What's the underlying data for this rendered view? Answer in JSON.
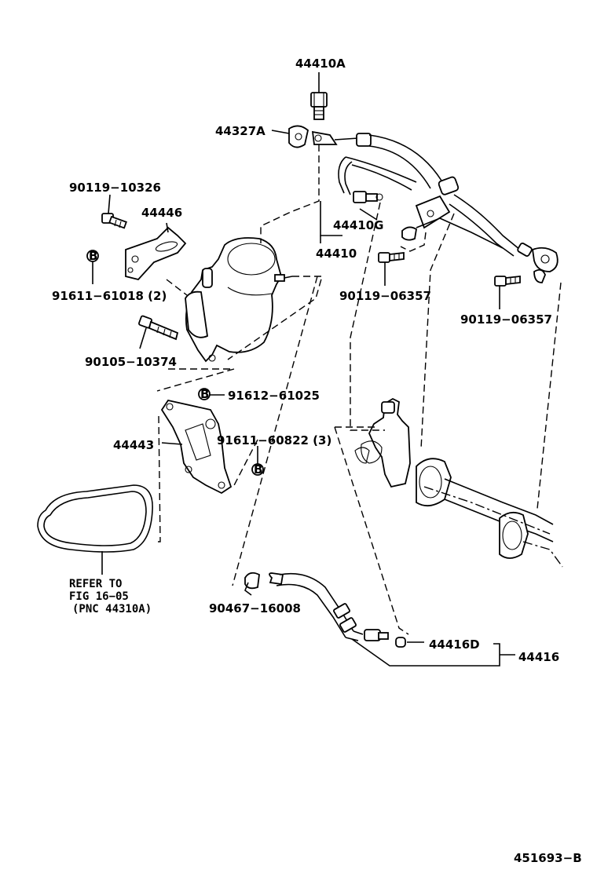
{
  "labels": {
    "p44410A": "44410A",
    "p44327A": "44327A",
    "p90119_10326": "90119−10326",
    "p44446": "44446",
    "p91611_61018": "91611−61018 (2)",
    "p90105_10374": "90105−10374",
    "p91612_61025": "91612−61025",
    "p44443": "44443",
    "p91611_60822": "91611−60822 (3)",
    "p44410G": "44410G",
    "p44410": "44410",
    "p90119_06357_a": "90119−06357",
    "p90119_06357_b": "90119−06357",
    "p90467_16008": "90467−16008",
    "p44416D": "44416D",
    "p44416": "44416",
    "refer_line1": "REFER TO",
    "refer_line2": "FIG 16−05",
    "refer_line3": "(PNC 44310A)",
    "b_marker_1": "B",
    "b_marker_2": "B",
    "b_marker_3": "B",
    "figure_id": "451693−B"
  },
  "colors": {
    "ink": "#000000",
    "paper": "#ffffff"
  }
}
